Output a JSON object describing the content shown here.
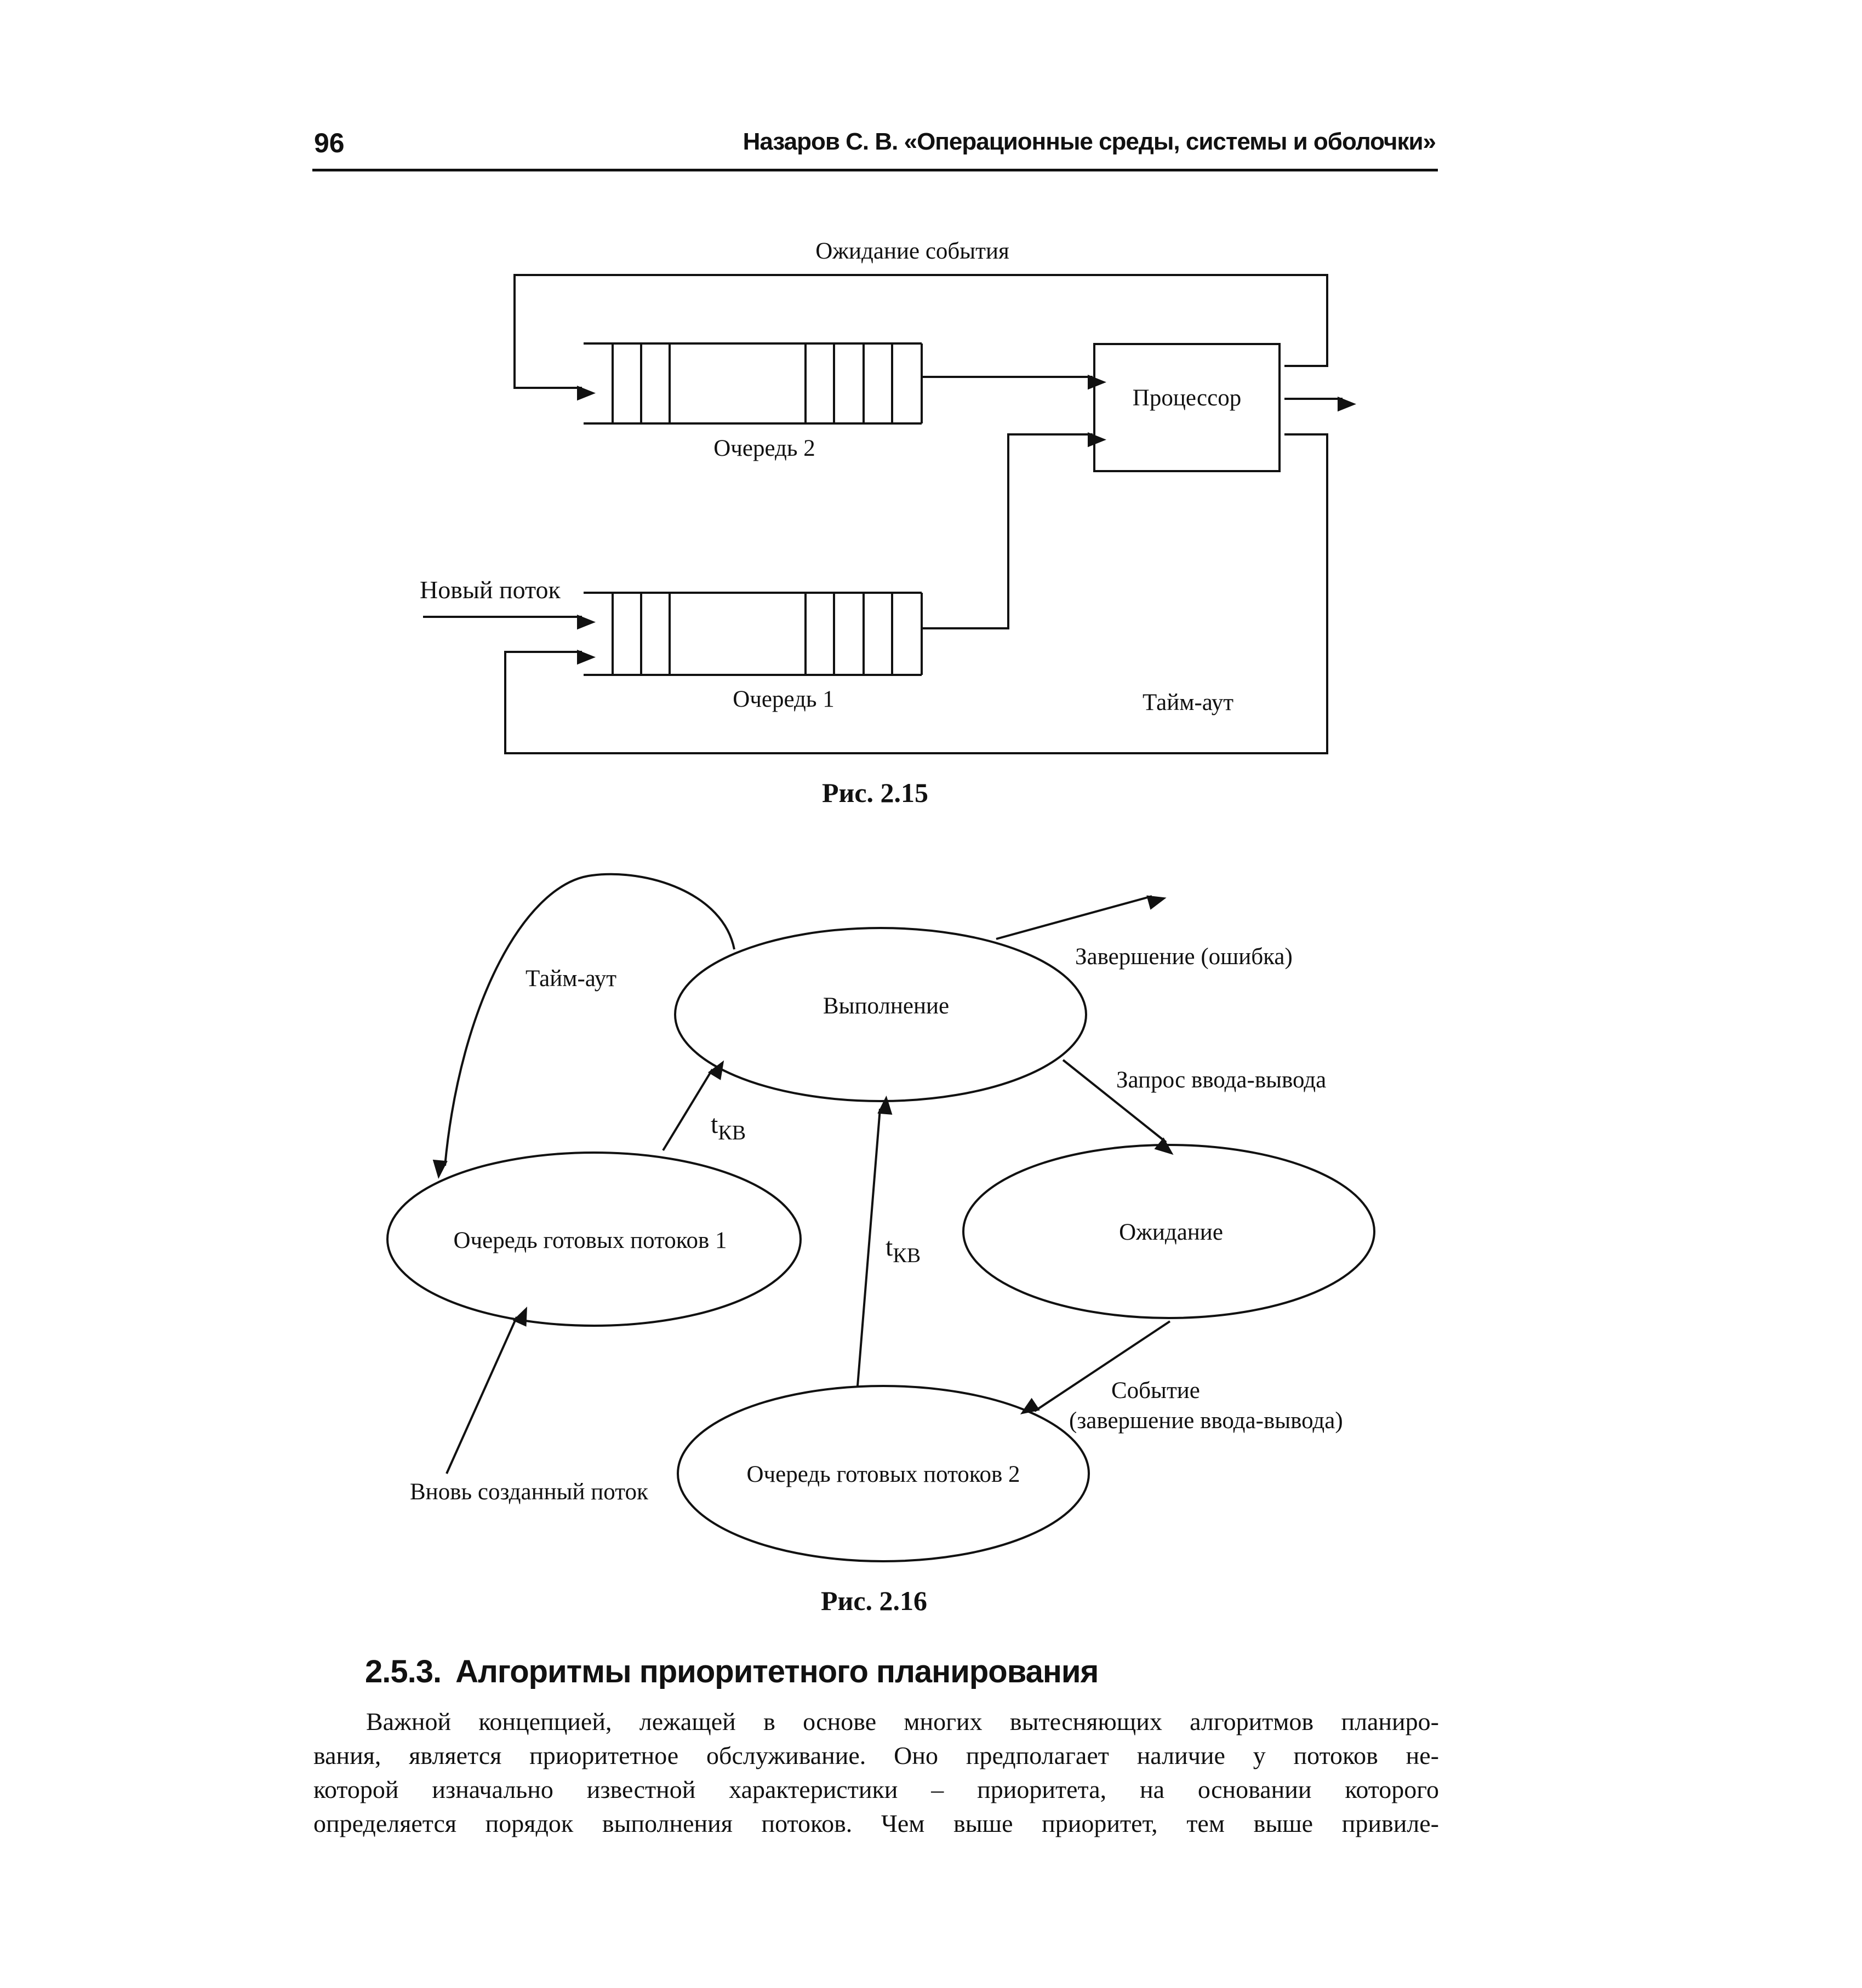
{
  "header": {
    "page_number": "96",
    "running_title": "Назаров С. В. «Операционные среды, системы и оболочки»"
  },
  "figure_2_15": {
    "labels": {
      "wait_event": "Ожидание события",
      "processor": "Процессор",
      "queue2": "Очередь 2",
      "new_thread": "Новый поток",
      "queue1": "Очередь 1",
      "timeout": "Тайм-аут"
    },
    "caption": "Рис. 2.15"
  },
  "figure_2_16": {
    "states": {
      "running": "Выполнение",
      "ready_queue_1": "Очередь готовых потоков 1",
      "waiting": "Ожидание",
      "ready_queue_2": "Очередь готовых потоков 2"
    },
    "transitions": {
      "timeout": "Тайм-аут",
      "completion_error": "Завершение (ошибка)",
      "io_request": "Запрос ввода-вывода",
      "quantum_main": "t",
      "quantum_sub": "КВ",
      "event_line1": "Событие",
      "event_line2": "(завершение ввода-вывода)",
      "new_thread": "Вновь созданный поток"
    },
    "caption": "Рис. 2.16"
  },
  "section": {
    "number": "2.5.3.",
    "title": "Алгоритмы приоритетного планирования"
  },
  "body": {
    "lines": [
      "Важной концепцией, лежащей в основе многих вытесняющих алгоритмов планиро-",
      "вания, является приоритетное обслуживание. Оно предполагает наличие у потоков не-",
      "которой изначально известной характеристики – приоритета, на основании которого",
      "определяется порядок выполнения потоков. Чем выше приоритет, тем выше привиле-"
    ]
  }
}
